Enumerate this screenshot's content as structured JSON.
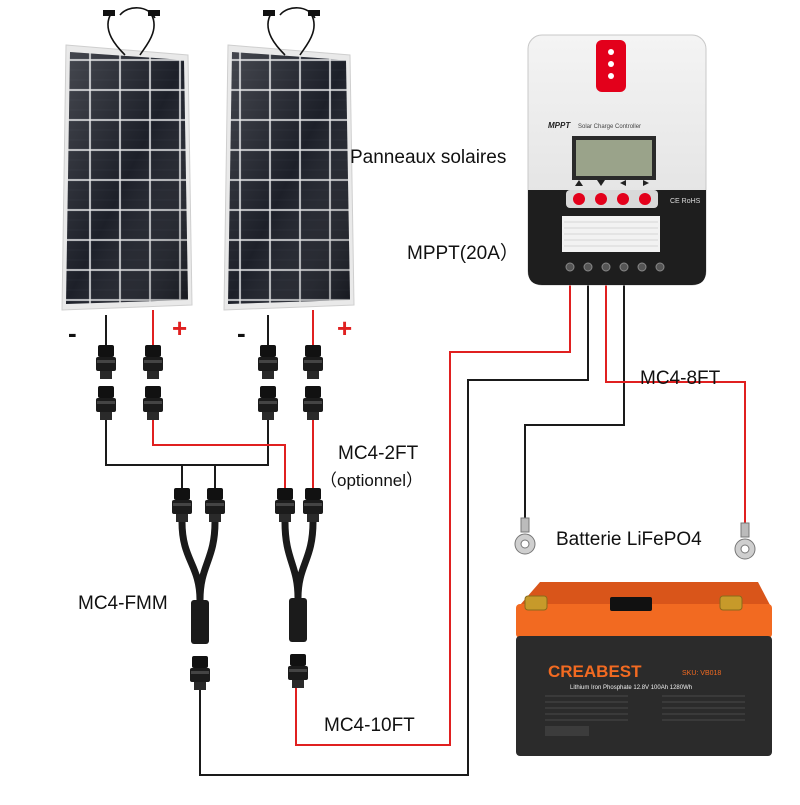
{
  "labels": {
    "panels": "Panneaux solaires",
    "mppt": "MPPT(20A）",
    "mc4_2ft": "MC4-2FT",
    "optional": "（optionnel）",
    "mc4_8ft": "MC4-8FT",
    "battery": "Batterie LiFePO4",
    "mc4_fmm": "MC4-FMM",
    "mc4_10ft": "MC4-10FT"
  },
  "polarity": {
    "minus": "-",
    "plus": "+"
  },
  "controller": {
    "brand": "MPPT",
    "model_text": "Solar Charge Controller",
    "cert": "CE RoHS"
  },
  "battery": {
    "brand": "CREABEST",
    "sku": "SKU: VB018",
    "desc": "Lithium Iron Phosphate 12.8V 100Ah 1280Wh"
  },
  "colors": {
    "wire_red": "#e02020",
    "wire_black": "#1a1a1a",
    "battery_orange": "#f26a21",
    "battery_body": "#2b2b2b",
    "panel_cell": "#1c1f26",
    "controller_red": "#e3001b"
  }
}
